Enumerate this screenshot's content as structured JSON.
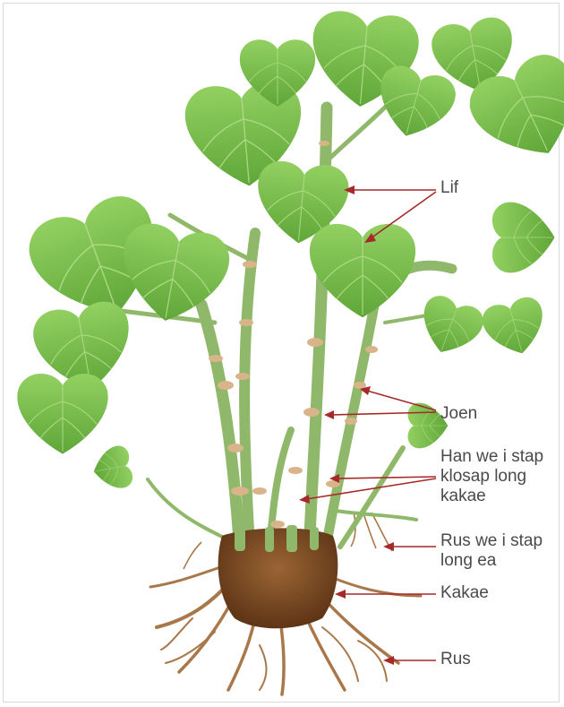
{
  "labels": {
    "leaf": "Lif",
    "node": "Joen",
    "shoot": "Han we i stap\nklosap long\nkakae",
    "aerial_root": "Rus we i stap\nlong ea",
    "stump": "Kakae",
    "root": "Rus"
  },
  "colors": {
    "leaf": "#7cc34a",
    "leaf_dark": "#5ea33a",
    "stem": "#8fb86a",
    "node_ring": "#d9b48a",
    "stump": "#7a4a22",
    "root": "#a8784a",
    "arrow": "#a62a2a",
    "text": "#4a4a4a"
  }
}
